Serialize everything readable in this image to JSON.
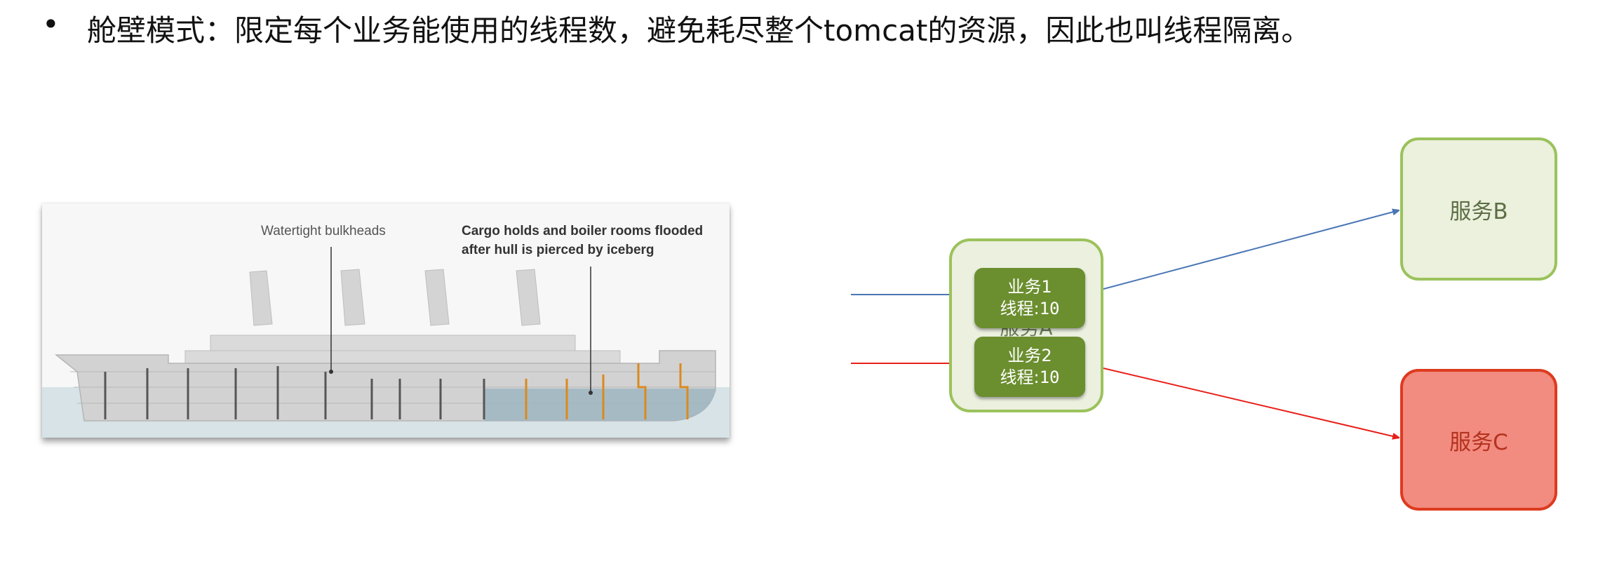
{
  "heading": {
    "bullet": "•",
    "text": "舱壁模式：限定每个业务能使用的线程数，避免耗尽整个tomcat的资源，因此也叫线程隔离。"
  },
  "ship_image": {
    "label_bulkheads": "Watertight bulkheads",
    "label_flooded_line1": "Cargo holds and boiler rooms flooded",
    "label_flooded_line2": "after hull is pierced by iceberg"
  },
  "service_a": {
    "label": "服务A",
    "business": [
      {
        "name": "业务1",
        "threads_label": "线程:",
        "threads": "10"
      },
      {
        "name": "业务2",
        "threads_label": "线程:",
        "threads": "10"
      }
    ]
  },
  "service_b": {
    "label": "服务B"
  },
  "service_c": {
    "label": "服务C"
  },
  "colors": {
    "arrow_blue": "#4a76b5",
    "arrow_red": "#e8201a",
    "service_a_border": "#9bc25c",
    "business_fill": "#6b8e2f",
    "service_c_fill": "#f28b80"
  }
}
